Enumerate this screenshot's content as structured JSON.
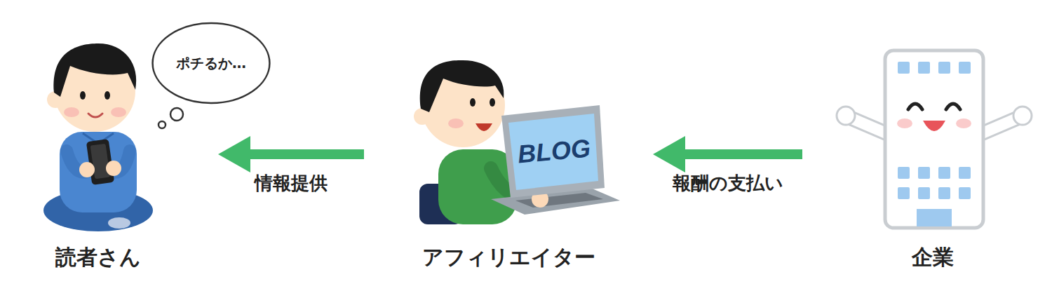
{
  "diagram": {
    "nodes": [
      {
        "text": [
          "読者さん"
        ]
      },
      {
        "text": [
          "ポチるか…"
        ]
      },
      {
        "text": [
          "アフィリエイター"
        ]
      },
      {
        "text": [
          "企業"
        ]
      }
    ],
    "edges": [
      {
        "from": 2,
        "to": 0,
        "arrow": "to",
        "label": "情報提供"
      },
      {
        "from": 3,
        "to": 2,
        "arrow": "to",
        "label": "報酬の支払い"
      }
    ],
    "labels": [
      "BLOG"
    ]
  }
}
